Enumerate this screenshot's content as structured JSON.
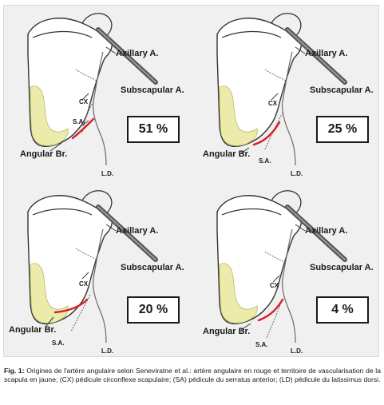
{
  "panels": [
    {
      "id": "p1",
      "percentage": "51 %",
      "labels": {
        "axillary": "Axillary A.",
        "subscapular": "Subscapular A.",
        "cx": "CX",
        "sa": "S.A.",
        "angular": "Angular Br.",
        "ld": "L.D."
      }
    },
    {
      "id": "p2",
      "percentage": "25 %",
      "labels": {
        "axillary": "Axillary A.",
        "subscapular": "Subscapular A.",
        "cx": "CX",
        "sa": "S.A.",
        "angular": "Angular Br.",
        "ld": "L.D."
      }
    },
    {
      "id": "p3",
      "percentage": "20 %",
      "labels": {
        "axillary": "Axillary A.",
        "subscapular": "Subscapular A.",
        "cx": "CX",
        "sa": "S.A.",
        "angular": "Angular Br.",
        "ld": "L.D."
      }
    },
    {
      "id": "p4",
      "percentage": "4 %",
      "labels": {
        "axillary": "Axillary A.",
        "subscapular": "Subscapular A.",
        "cx": "CX",
        "sa": "S.A.",
        "angular": "Angular Br.",
        "ld": "L.D."
      }
    }
  ],
  "caption": {
    "fig_label": "Fig. 1:",
    "text": "Origines de l'artère angulaire selon Seneviratne et al.: artère angulaire en rouge et territoire de vascularisation de la scapula en jaune; (CX) pédicule circonflexe scapulaire; (SA) pédicule du serratus anterior; (LD) pédicule du latissimus dorsi."
  },
  "colors": {
    "artery_red": "#d8202a",
    "territory_yellow": "#ecebaa",
    "outline": "#333333",
    "vessel_gray": "#6a6a6a",
    "panel_bg": "#f0f0f0"
  }
}
